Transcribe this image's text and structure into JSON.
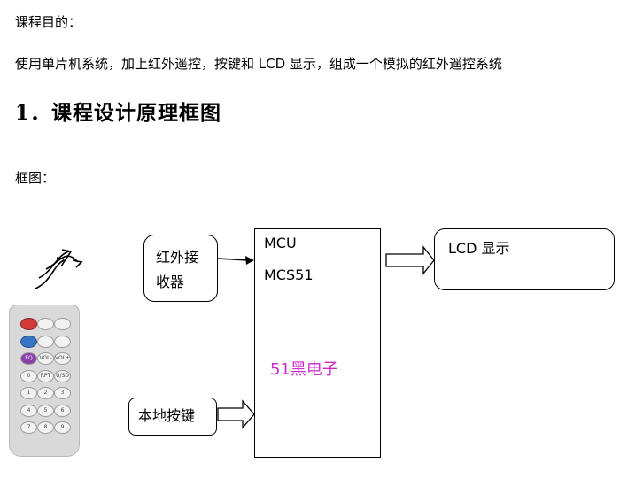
{
  "objective": {
    "label": "课程目的：",
    "text": "使用单片机系统，加上红外遥控，按键和 LCD 显示，组成一个模拟的红外遥控系统"
  },
  "section": {
    "heading": "1．课程设计原理框图"
  },
  "diagram": {
    "label": "框图：",
    "ir_receiver": "红外接收器",
    "mcu_line1": "MCU",
    "mcu_line2": "MCS51",
    "brand": "51黑电子",
    "lcd": "LCD 显示",
    "local_keys": "本地按键",
    "brand_color": "#cc2bc8"
  },
  "remote": {
    "buttons": [
      [
        "",
        "",
        ""
      ],
      [
        "",
        "",
        ""
      ],
      [
        "EQ",
        "VOL-",
        "VOL+"
      ],
      [
        "0",
        "RPT",
        "U/SD"
      ],
      [
        "1",
        "2",
        "3"
      ],
      [
        "4",
        "5",
        "6"
      ],
      [
        "7",
        "8",
        "9"
      ]
    ],
    "power_color": "#d33b3b",
    "play_color": "#3a74c4",
    "eq_color": "#8a3fa8"
  }
}
